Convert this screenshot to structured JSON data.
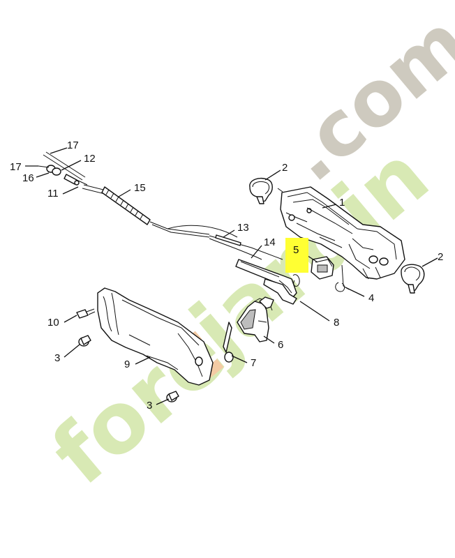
{
  "diagram": {
    "highlight_color": "#ffff33",
    "highlighted_part": "5",
    "labels": {
      "p1": "1",
      "p2a": "2",
      "p2b": "2",
      "p3a": "3",
      "p3b": "3",
      "p4": "4",
      "p5": "5",
      "p6": "6",
      "p7": "7",
      "p8": "8",
      "p9": "9",
      "p10": "10",
      "p11": "11",
      "p12": "12",
      "p13": "13",
      "p14": "14",
      "p15": "15",
      "p16": "16",
      "p17a": "17",
      "p17b": "17"
    }
  },
  "watermark": {
    "part1": "fore",
    "part2": "t",
    "part3": "jardin",
    "part4": ".com",
    "color_green": "#d6e8b0",
    "color_orange": "#f4c9a0",
    "color_gray": "#ccc8bc"
  }
}
